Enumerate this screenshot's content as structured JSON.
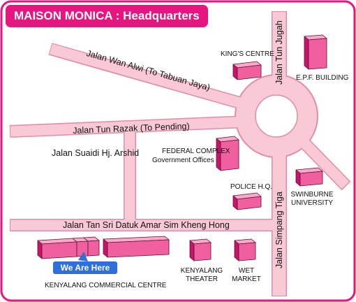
{
  "title": "MAISON MONICA : Headquarters",
  "colors": {
    "brand": "#e6157f",
    "road_fill": "#f9c9d6",
    "road_edge": "#e08ea7",
    "building_front": "#f0609e",
    "building_side": "#c8146a",
    "building_top": "#fba8c9",
    "marker": "#2e6fd9"
  },
  "roads": {
    "wan_alwi": "Jalan Wan Alwi (To Tabuan Jaya)",
    "tun_razak": "Jalan Tun Razak (To Pending)",
    "suaidi": "Jalan Suaidi Hj. Arshid",
    "tan_sri": "Jalan Tan Sri Datuk Amar Sim Kheng Hong",
    "tun_jugah": "Jalan Tun Jugah",
    "simpang_tiga": "Jalan Simpang Tiga"
  },
  "landmarks": {
    "kings_centre": "KING'S CENTRE",
    "epf_building": "E.P.F. BUILDING",
    "federal_complex": "FEDERAL COMPLEX",
    "government_offices": "Government Offices",
    "police_hq": "POLICE H.Q.",
    "swinburne_line1": "SWINBURNE",
    "swinburne_line2": "UNIVERSITY",
    "kenyalang_theater_line1": "KENYALANG",
    "kenyalang_theater_line2": "THEATER",
    "wet_market_line1": "WET",
    "wet_market_line2": "MARKET",
    "commercial_centre": "KENYALANG COMMERCIAL CENTRE"
  },
  "marker_label": "We Are Here"
}
